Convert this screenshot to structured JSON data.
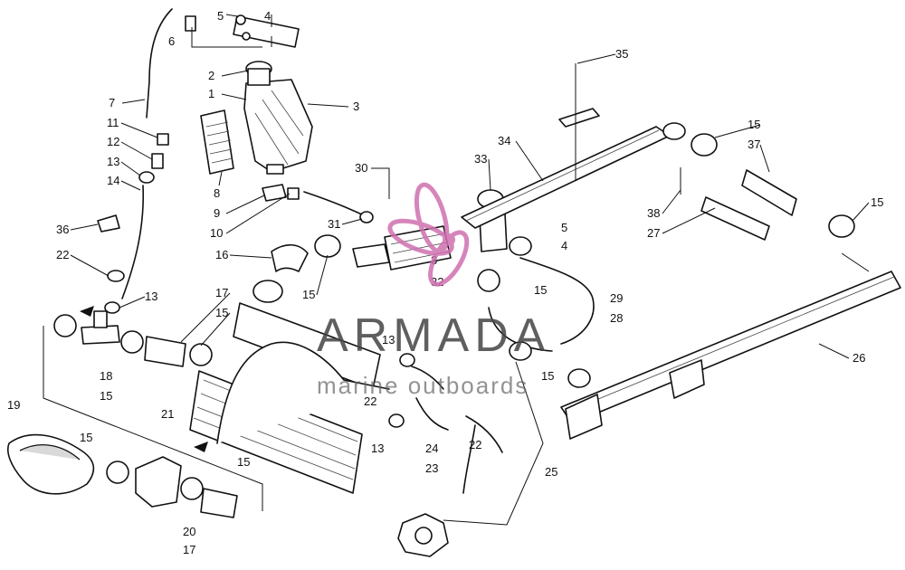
{
  "watermark": {
    "brand": "ARMADA",
    "tagline": "marine outboards"
  },
  "callouts": [
    "1",
    "2",
    "3",
    "4",
    "5",
    "6",
    "7",
    "8",
    "9",
    "10",
    "11",
    "12",
    "13",
    "14",
    "15",
    "16",
    "17",
    "18",
    "19",
    "20",
    "21",
    "22",
    "23",
    "24",
    "25",
    "26",
    "27",
    "28",
    "29",
    "30",
    "31",
    "32",
    "33",
    "34",
    "35",
    "36",
    "37",
    "38"
  ],
  "accent_color": "#c060a0"
}
